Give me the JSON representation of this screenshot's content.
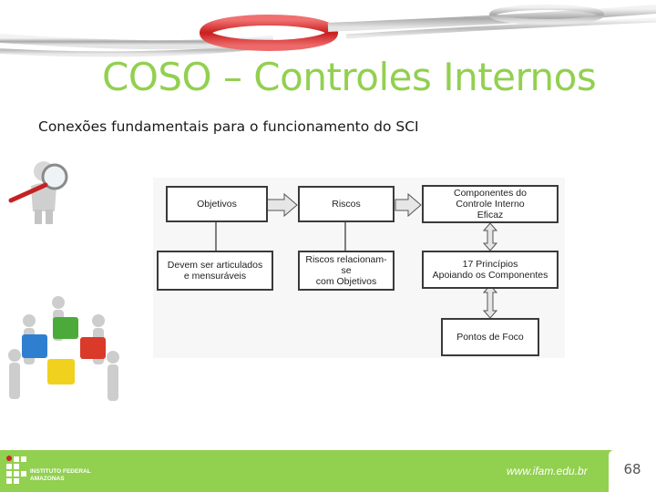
{
  "slide": {
    "title": "COSO – Controles Internos",
    "subtitle": "Conexões fundamentais para o funcionamento do SCI"
  },
  "diagram": {
    "objetivos": "Objetivos",
    "riscos": "Riscos",
    "componentes": "Componentes do\nControle Interno\nEficaz",
    "devem": "Devem ser articulados\ne mensuráveis",
    "riscos_rel": "Riscos relacionam-se\ncom Objetivos",
    "principios": "17 Princípios\nApoiando os Componentes",
    "pontos": "Pontos de Foco"
  },
  "footer": {
    "logo_text": "INSTITUTO FEDERAL\nAMAZONAS",
    "url": "www.ifam.edu.br",
    "page_number": "68"
  },
  "colors": {
    "accent_green": "#92d050",
    "chain_red": "#d62a2a"
  }
}
